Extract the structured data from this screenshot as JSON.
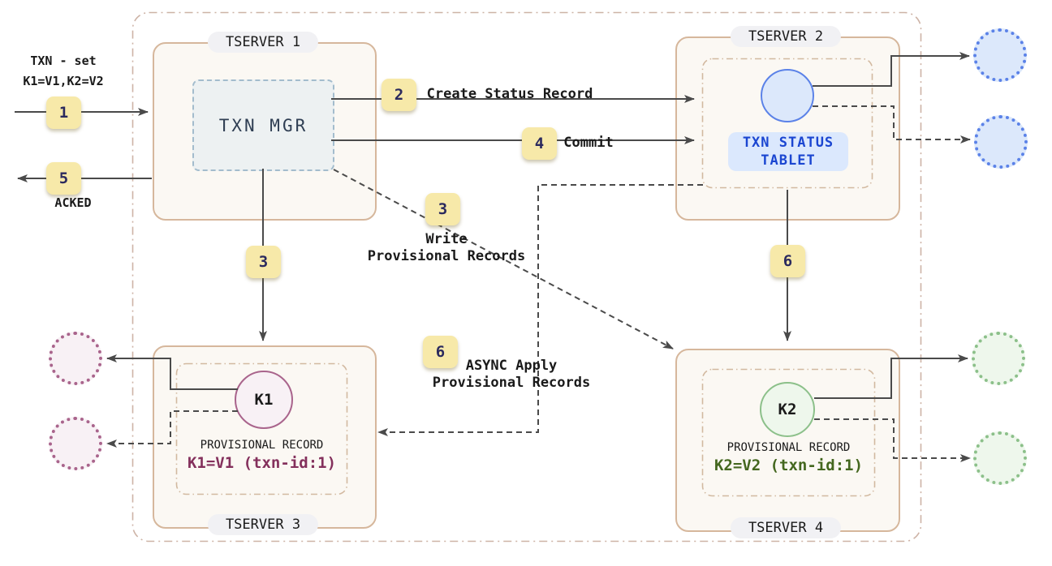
{
  "colors": {
    "text": "#1a1a1a",
    "line": "#4a4a4a",
    "container_border": "#cdb3a6",
    "server_border": "#d6b79c",
    "server_bg": "#fbf8f3",
    "inner_border": "#d2b9a0",
    "pill_bg": "#f1f1f4",
    "pill_text": "#1a1a1a",
    "badge_bg": "#f7e9a9",
    "badge_text": "#2b2a5e",
    "txnmgr_bg": "#edf1f2",
    "txnmgr_border": "#a3bccd",
    "txnmgr_text": "#2f3e53",
    "blue_border": "#5b82e8",
    "blue_fill": "#dce8fb",
    "status_pill_bg": "#dbe8fd",
    "status_pill_text": "#1b46d1",
    "maroon_border": "#a9648c",
    "maroon_fill": "#f8f1f5",
    "maroon_text": "#84305c",
    "green_border": "#8cc08a",
    "green_fill": "#eef7ec",
    "green_text": "#44671f"
  },
  "client": {
    "request_line1": "TXN - set",
    "request_line2": "K1=V1,K2=V2",
    "ack": "ACKED"
  },
  "badges": {
    "one": "1",
    "two": "2",
    "three": "3",
    "four": "4",
    "five": "5",
    "six": "6"
  },
  "labels": {
    "create_status": "Create Status Record",
    "commit": "Commit",
    "write_line1": "Write",
    "write_line2": "Provisional Records",
    "async_line1": "ASYNC Apply",
    "async_line2": "Provisional Records"
  },
  "tserver1": {
    "title": "TSERVER 1",
    "txn_mgr": "TXN MGR"
  },
  "tserver2": {
    "title": "TSERVER 2",
    "tablet_line1": "TXN STATUS",
    "tablet_line2": "TABLET"
  },
  "tserver3": {
    "title": "TSERVER 3",
    "key": "K1",
    "record_label": "PROVISIONAL RECORD",
    "record_value": "K1=V1 (txn-id:1)"
  },
  "tserver4": {
    "title": "TSERVER 4",
    "key": "K2",
    "record_label": "PROVISIONAL RECORD",
    "record_value": "K2=V2 (txn-id:1)"
  }
}
